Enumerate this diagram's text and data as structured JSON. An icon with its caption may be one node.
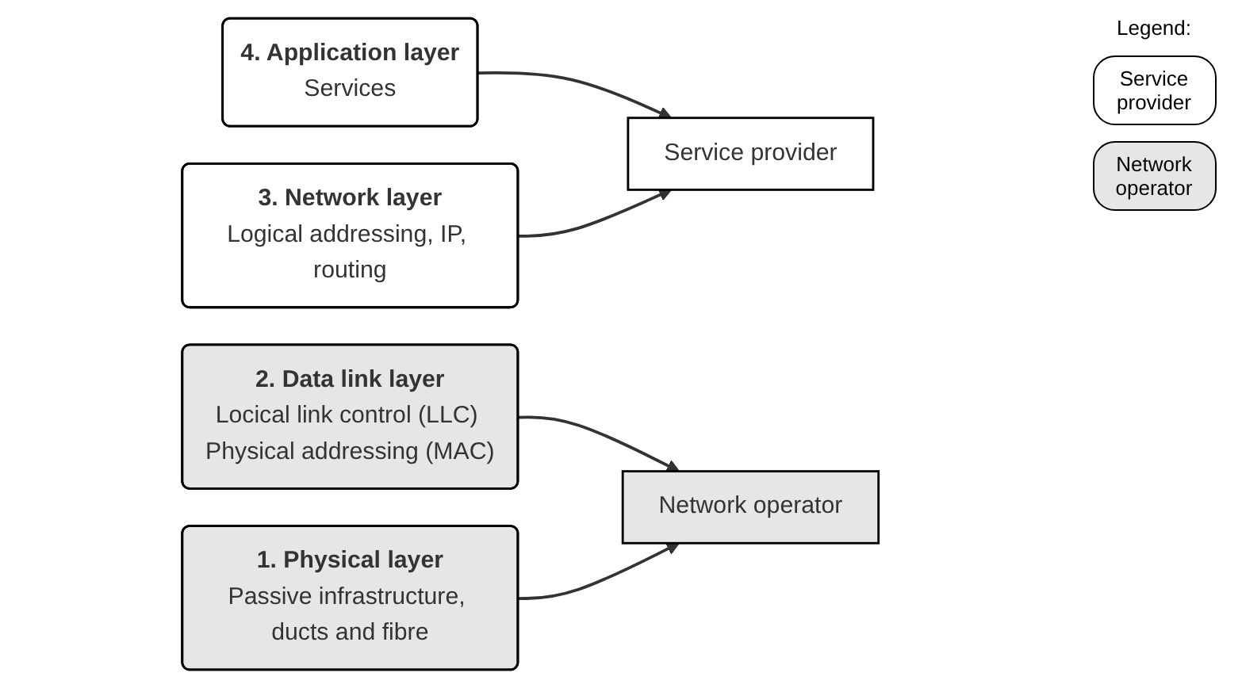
{
  "diagram": {
    "nodes": [
      {
        "text": [
          "4. Application layer",
          "Services"
        ]
      },
      {
        "text": [
          "3. Network layer",
          "Logical addressing, IP, routing"
        ]
      },
      {
        "text": [
          "2. Data link layer",
          "Locical link control (LLC) Physical addressing (MAC)"
        ]
      },
      {
        "text": [
          "1. Physical layer",
          "Passive infrastructure, ducts and fibre"
        ]
      },
      {
        "text": [
          "Service provider"
        ]
      },
      {
        "text": [
          "Network operator"
        ]
      }
    ],
    "edges": [
      {
        "from": 0,
        "to": 4,
        "arrow": "to"
      },
      {
        "from": 1,
        "to": 4,
        "arrow": "to"
      },
      {
        "from": 2,
        "to": 5,
        "arrow": "to"
      },
      {
        "from": 3,
        "to": 5,
        "arrow": "to"
      }
    ],
    "labels": [
      "Legend:"
    ],
    "legend": [
      {
        "text": "Service provider",
        "color": "#ffffff"
      },
      {
        "text": "Network operator",
        "color": "#e6e6e6"
      }
    ]
  }
}
